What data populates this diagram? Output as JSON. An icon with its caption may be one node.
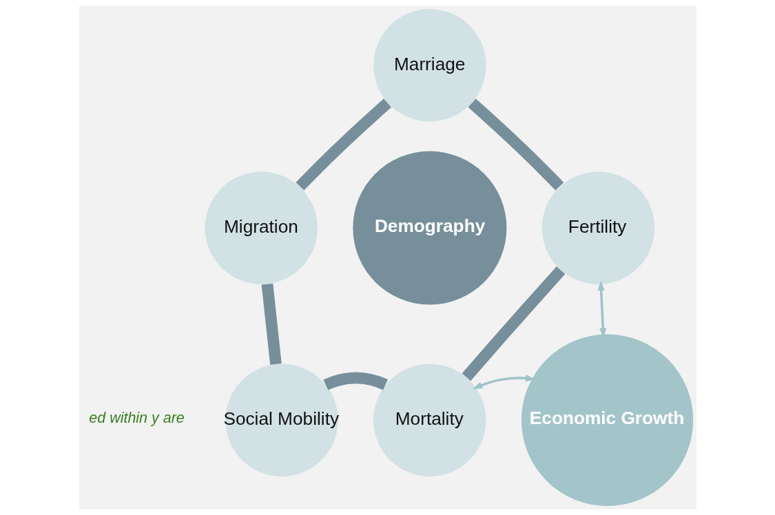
{
  "diagram": {
    "nodes": [
      {
        "text": [
          "Marriage"
        ]
      },
      {
        "text": [
          "Migration"
        ]
      },
      {
        "text": [
          "Demography"
        ]
      },
      {
        "text": [
          "Fertility"
        ]
      },
      {
        "text": [
          "Social Mobility"
        ]
      },
      {
        "text": [
          "Mortality"
        ]
      },
      {
        "text": [
          "Economic Growth"
        ]
      }
    ],
    "edges": [
      {
        "from": 0,
        "to": 3,
        "arrow": "none"
      },
      {
        "from": 3,
        "to": 5,
        "arrow": "none"
      },
      {
        "from": 5,
        "to": 4,
        "arrow": "none"
      },
      {
        "from": 4,
        "to": 1,
        "arrow": "none"
      },
      {
        "from": 1,
        "to": 0,
        "arrow": "none"
      },
      {
        "from": 3,
        "to": 6,
        "arrow": "both",
        "color": "#9ec4c9"
      },
      {
        "from": 5,
        "to": 6,
        "arrow": "both",
        "color": "#9ec4c9"
      }
    ],
    "labels": [
      "ed within y are"
    ]
  }
}
